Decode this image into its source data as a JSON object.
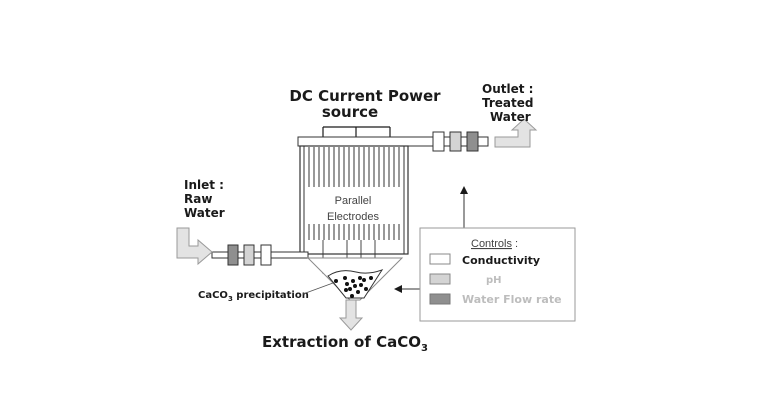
{
  "diagram": {
    "type": "process-schematic",
    "title": "Electrochemical CaCO3 precipitation reactor",
    "labels": {
      "power_source_line1": "DC Current Power",
      "power_source_line2": "source",
      "outlet_line1": "Outlet :",
      "outlet_line2": "Treated",
      "outlet_line3": "Water",
      "inlet_line1": "Inlet :",
      "inlet_line2": "Raw",
      "inlet_line3": "Water",
      "electrodes_line1": "Parallel",
      "electrodes_line2": "Electrodes",
      "precipitation": "CaCO",
      "precipitation_sub": "3",
      "precipitation_suffix": " precipitation",
      "extraction": "Extraction of CaCO",
      "extraction_sub": "3"
    },
    "controls": {
      "title": "Controls",
      "title_suffix": " :",
      "items": [
        {
          "label": "Conductivity",
          "swatch_color": "#ffffff",
          "text_color": "#1a1a1a"
        },
        {
          "label": "pH",
          "swatch_color": "#d4d4d4",
          "text_color": "#c4c4c4"
        },
        {
          "label": "Water Flow rate",
          "swatch_color": "#8f8f8f",
          "text_color": "#c4c4c4"
        }
      ]
    },
    "sensor_colors": {
      "conductivity": "#ffffff",
      "ph": "#d4d4d4",
      "flow": "#8f8f8f"
    }
  }
}
